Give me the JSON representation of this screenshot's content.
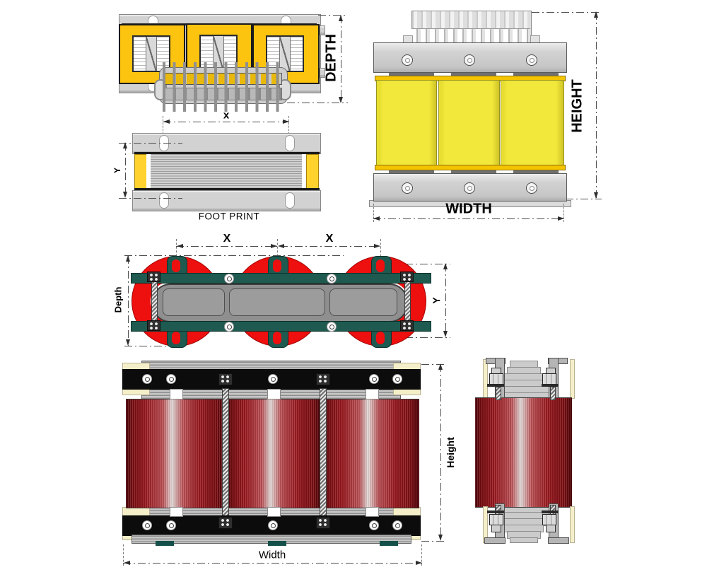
{
  "labels": {
    "depth_top": "DEPTH",
    "x_top": "x",
    "y_footprint": "Y",
    "footprint_caption": "FOOT PRINT",
    "height_front": "HEIGHT",
    "width_front": "WIDTH",
    "x_cast_1": "X",
    "x_cast_2": "X",
    "depth_cast": "Depth",
    "y_cast": "Y",
    "height_cast": "Height",
    "width_cast": "Width"
  },
  "colors": {
    "yellowA": "#fcc40f",
    "yellowB": "#f2e83b",
    "yellowStrip": "#f5c400",
    "yellowFoot": "#ffd22e",
    "red": "#ee0f0f",
    "teal": "#1e5a50",
    "tealFoot": "#145049",
    "beige": "#f5efc9",
    "blackBar": "#0c0c0c",
    "grayPlate": "#d2d2d2",
    "grayCore": "#8f8f8f",
    "coilDark": "#4e0508",
    "coilLight": "#ece4e2",
    "dimLine": "#4d4d4d"
  }
}
